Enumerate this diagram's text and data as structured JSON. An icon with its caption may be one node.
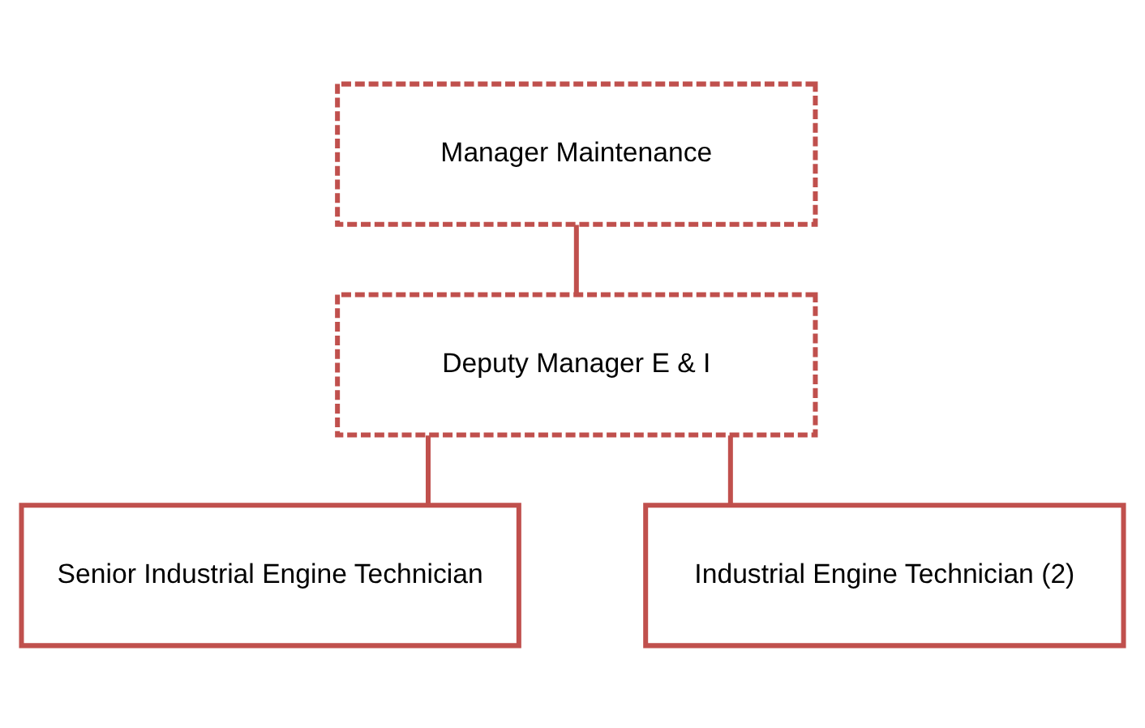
{
  "diagram": {
    "nodes": [
      {
        "text": [
          "Manager Maintenance"
        ]
      },
      {
        "text": [
          "Deputy Manager E & I"
        ]
      },
      {
        "text": [
          "Senior Industrial Engine Technician"
        ]
      },
      {
        "text": [
          "Industrial Engine Technician (2)"
        ]
      }
    ],
    "edges": [
      {
        "from": 0,
        "to": 1,
        "arrow": "none"
      },
      {
        "from": 1,
        "to": 2,
        "arrow": "none"
      },
      {
        "from": 1,
        "to": 3,
        "arrow": "none"
      }
    ]
  }
}
